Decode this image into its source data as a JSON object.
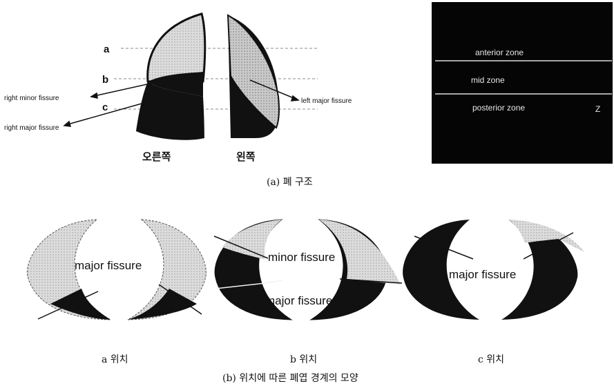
{
  "top_diagram": {
    "level_labels": [
      "a",
      "b",
      "c"
    ],
    "right_minor_fissure": "right minor fissure",
    "right_major_fissure": "right major fissure",
    "left_major_fissure": "left major fissure",
    "right_side": "오른쪽",
    "left_side": "왼쪽",
    "caption": "(a) 폐 구조"
  },
  "zone_panel": {
    "anterior": "anterior zone",
    "mid": "mid zone",
    "posterior": "posterior zone",
    "corner_mark": "Z"
  },
  "sections": [
    {
      "labels": [
        "major fissure"
      ],
      "caption": "a 위치"
    },
    {
      "labels": [
        "minor fissure",
        "major fissure"
      ],
      "caption": "b 위치"
    },
    {
      "labels": [
        "major fissure"
      ],
      "caption": "c 위치"
    }
  ],
  "bottom_caption": "(b) 위치에 따른 폐엽 경계의 모양",
  "colors": {
    "dark": "#111111",
    "light_gray": "#d9d9d9",
    "mid_gray": "#b5b5b5",
    "panel_bg": "#050505"
  }
}
